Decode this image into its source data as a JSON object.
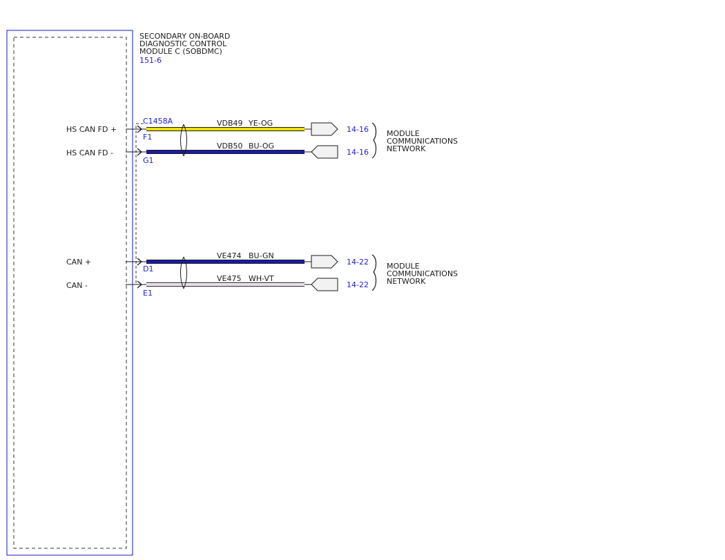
{
  "colors": {
    "module_border": "#3b3bd6",
    "link_text": "#1c1cd9",
    "ink": "#1a1a1a",
    "yellow": "#f0e000",
    "blue": "#1a1aa8",
    "white": "#ffffff",
    "violet": "#e6b3e6"
  },
  "module": {
    "name_lines": [
      "SECONDARY ON-BOARD",
      "DIAGNOSTIC CONTROL",
      "MODULE C (SOBDMC)"
    ],
    "ref": "151-6",
    "connector": "C1458A"
  },
  "pins": [
    {
      "signal": "HS CAN FD +",
      "pin": "F1",
      "circuit": "VDB49",
      "color_code": "YE-OG",
      "page_ref": "14-16"
    },
    {
      "signal": "HS CAN FD -",
      "pin": "G1",
      "circuit": "VDB50",
      "color_code": "BU-OG",
      "page_ref": "14-16"
    },
    {
      "signal": "CAN +",
      "pin": "D1",
      "circuit": "VE474",
      "color_code": "BU-GN",
      "page_ref": "14-22"
    },
    {
      "signal": "CAN -",
      "pin": "E1",
      "circuit": "VE475",
      "color_code": "WH-VT",
      "page_ref": "14-22"
    }
  ],
  "networks": [
    {
      "label_lines": [
        "MODULE",
        "COMMUNICATIONS",
        "NETWORK"
      ]
    },
    {
      "label_lines": [
        "MODULE",
        "COMMUNICATIONS",
        "NETWORK"
      ]
    }
  ]
}
